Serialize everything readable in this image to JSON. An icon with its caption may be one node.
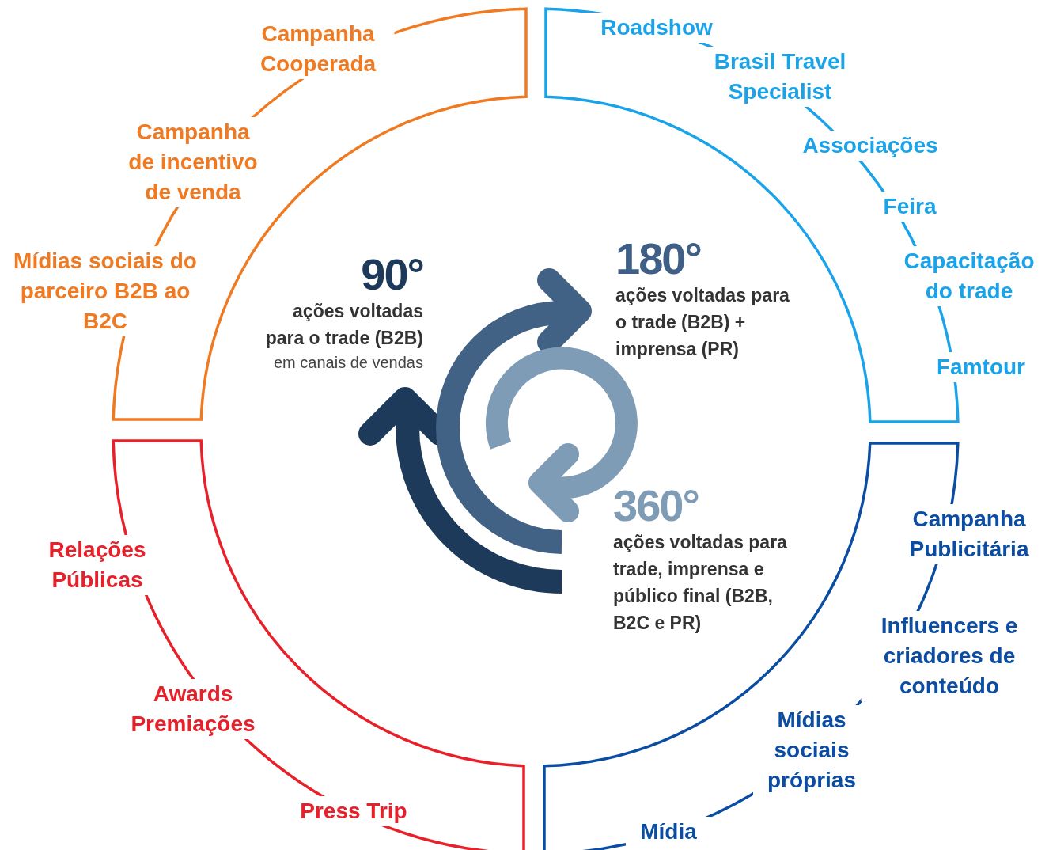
{
  "diagram": {
    "nodes": [
      {
        "text": [
          "Campanha Cooperada"
        ]
      },
      {
        "text": [
          "Campanha de incentivo de venda"
        ]
      },
      {
        "text": [
          "Mídias sociais do parceiro B2B ao B2C"
        ]
      },
      {
        "text": [
          "Roadshow"
        ]
      },
      {
        "text": [
          "Brasil Travel Specialist"
        ]
      },
      {
        "text": [
          "Associações"
        ]
      },
      {
        "text": [
          "Feira"
        ]
      },
      {
        "text": [
          "Capacitação do trade"
        ]
      },
      {
        "text": [
          "Famtour"
        ]
      },
      {
        "text": [
          "Relações Públicas"
        ]
      },
      {
        "text": [
          "Awards Premiações"
        ]
      },
      {
        "text": [
          "Press Trip"
        ]
      },
      {
        "text": [
          "Campanha Publicitária"
        ]
      },
      {
        "text": [
          "Influencers e criadores de conteúdo"
        ]
      },
      {
        "text": [
          "Mídias sociais próprias"
        ]
      },
      {
        "text": [
          "Mídia"
        ]
      },
      {
        "text": [
          "90°",
          "ações voltadas para o trade (B2B)",
          "em canais de vendas"
        ]
      },
      {
        "text": [
          "180°",
          "ações voltadas para o trade (B2B) + imprensa (PR)"
        ]
      },
      {
        "text": [
          "360°",
          "ações voltadas para trade, imprensa e público final (B2B, B2C e PR)"
        ]
      }
    ]
  }
}
